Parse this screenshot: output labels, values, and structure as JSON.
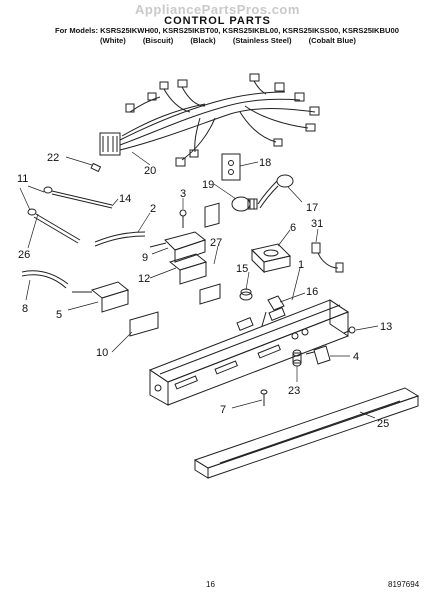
{
  "header": {
    "watermark": "AppliancePartsPros.com",
    "title": "CONTROL PARTS",
    "models_line": "For Models: KSRS25IKWH00, KSRS25IKBT00, KSRS25IKBL00, KSRS25IKSS00, KSRS25IKBU00",
    "colors": [
      "(White)",
      "(Biscuit)",
      "(Black)",
      "(Stainless Steel)",
      "(Cobalt Blue)"
    ]
  },
  "callouts": [
    {
      "id": "22",
      "text": "22"
    },
    {
      "id": "11",
      "text": "11"
    },
    {
      "id": "14",
      "text": "14"
    },
    {
      "id": "20",
      "text": "20"
    },
    {
      "id": "18",
      "text": "18"
    },
    {
      "id": "19",
      "text": "19"
    },
    {
      "id": "17",
      "text": "17"
    },
    {
      "id": "3",
      "text": "3"
    },
    {
      "id": "2",
      "text": "2"
    },
    {
      "id": "26",
      "text": "26"
    },
    {
      "id": "31",
      "text": "31"
    },
    {
      "id": "6",
      "text": "6"
    },
    {
      "id": "9",
      "text": "9"
    },
    {
      "id": "27",
      "text": "27"
    },
    {
      "id": "15",
      "text": "15"
    },
    {
      "id": "1",
      "text": "1"
    },
    {
      "id": "12",
      "text": "12"
    },
    {
      "id": "8",
      "text": "8"
    },
    {
      "id": "16",
      "text": "16"
    },
    {
      "id": "5",
      "text": "5"
    },
    {
      "id": "13",
      "text": "13"
    },
    {
      "id": "10",
      "text": "10"
    },
    {
      "id": "4",
      "text": "4"
    },
    {
      "id": "23",
      "text": "23"
    },
    {
      "id": "7",
      "text": "7"
    },
    {
      "id": "25",
      "text": "25"
    }
  ],
  "footer": {
    "page_number": "16",
    "part_code": "8197694"
  }
}
